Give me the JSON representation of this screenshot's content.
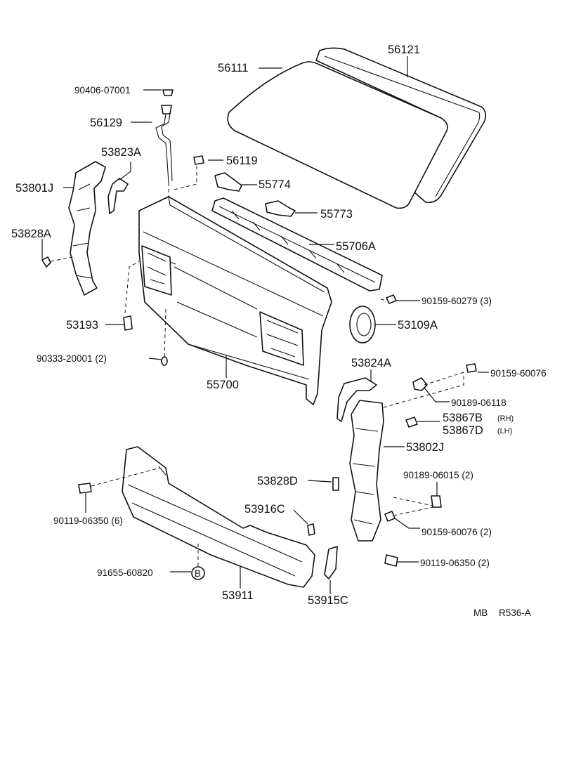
{
  "diagram": {
    "ref": {
      "mb": "MB",
      "code": "R536-A"
    },
    "labels": {
      "p56121": "56121",
      "p56111": "56111",
      "p90406": "90406-07001",
      "p56129": "56129",
      "p53823A": "53823A",
      "p56119": "56119",
      "p53801J": "53801J",
      "p55774": "55774",
      "p55773": "55773",
      "p53828A": "53828A",
      "p55706A": "55706A",
      "p90159_60279": "90159-60279 (3)",
      "p53109A": "53109A",
      "p53193": "53193",
      "p90333": "90333-20001 (2)",
      "p55700": "55700",
      "p53824A": "53824A",
      "p90159_60076": "90159-60076",
      "p90189_06118": "90189-06118",
      "p53867B": "53867B",
      "p53867B_side": "(RH)",
      "p53867D": "53867D",
      "p53867D_side": "(LH)",
      "p53802J": "53802J",
      "p90189_06015": "90189-06015 (2)",
      "p53828D": "53828D",
      "p53916C": "53916C",
      "p90119_06350_6": "90119-06350 (6)",
      "p90159_60076_2": "90159-60076 (2)",
      "p91655": "91655-60820",
      "p91655_mark": "B",
      "p90119_06350_2": "90119-06350 (2)",
      "p53911": "53911",
      "p53915C": "53915C"
    }
  }
}
